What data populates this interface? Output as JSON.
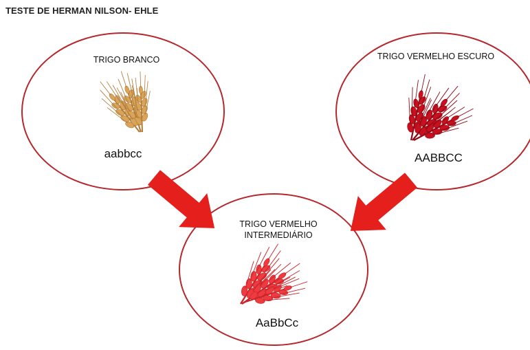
{
  "title": "TESTE DE HERMAN NILSON- EHLE",
  "colors": {
    "circle_stroke": "#b5272c",
    "arrow": "#e41f1c",
    "wheat_white": "#d9a45a",
    "wheat_white_dark": "#b07a35",
    "wheat_dark_red": "#c8101e",
    "wheat_dark_red_dark": "#8e0a14",
    "wheat_intermediate": "#ef3a3f",
    "wheat_intermediate_dark": "#c8252b"
  },
  "nodes": {
    "white": {
      "label": "TRIGO BRANCO",
      "genotype": "aabbcc",
      "icon": "wheat-ear-icon"
    },
    "dark_red": {
      "label": "TRIGO VERMELHO ESCURO",
      "genotype": "AABBCC",
      "icon": "wheat-ear-icon"
    },
    "intermediate": {
      "label_line1": "TRIGO VERMELHO",
      "label_line2": "INTERMEDIÁRIO",
      "genotype": "AaBbCc",
      "icon": "wheat-ear-icon"
    }
  },
  "arrows": [
    {
      "from": "white",
      "to": "intermediate",
      "icon": "arrow-down-right-icon"
    },
    {
      "from": "dark_red",
      "to": "intermediate",
      "icon": "arrow-down-left-icon"
    }
  ]
}
